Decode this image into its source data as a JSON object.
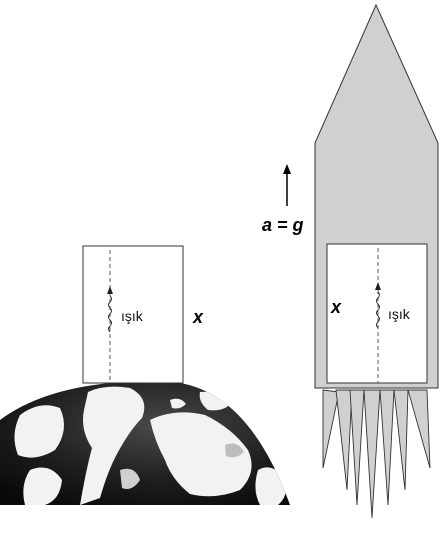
{
  "earth_scene": {
    "light_label": "ışık",
    "height_label": "x"
  },
  "rocket_scene": {
    "acceleration_label": "a = g",
    "light_label": "ışık",
    "height_label": "x"
  },
  "colors": {
    "rocket_fill": "#d0d0d0",
    "stroke": "#333333",
    "globe_ocean": "#1e1e1e",
    "globe_land": "#f2f2f2"
  }
}
